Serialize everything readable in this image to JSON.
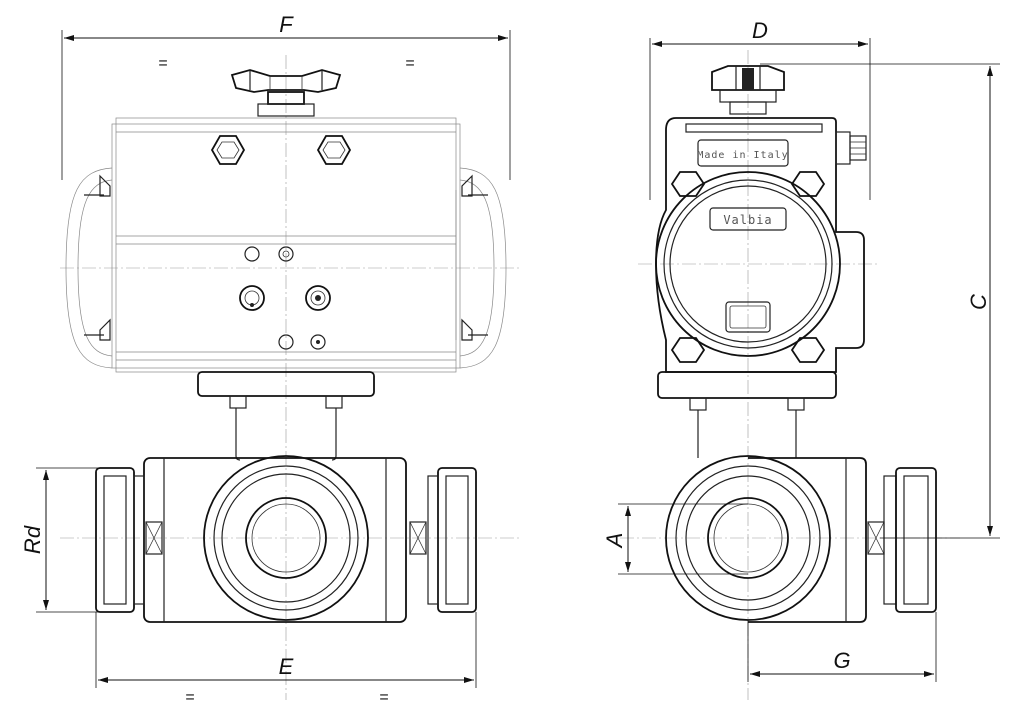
{
  "dimensions": {
    "F": "F",
    "D": "D",
    "C": "C",
    "Rd": "Rd",
    "A": "A",
    "E": "E",
    "G": "G"
  },
  "equal_marks": {
    "top_left": "=",
    "top_right": "=",
    "bottom_left": "=",
    "bottom_right": "="
  },
  "markings": {
    "brand": "Valbia",
    "origin": "Made in Italy"
  },
  "colors": {
    "line": "#111111",
    "hidden": "#888888",
    "background": "#ffffff"
  }
}
